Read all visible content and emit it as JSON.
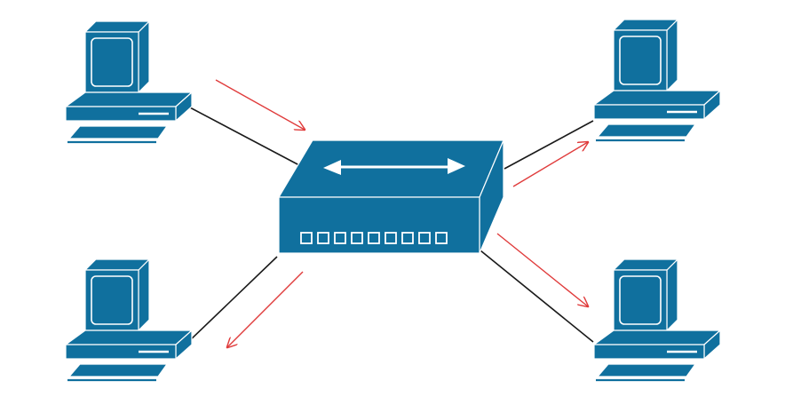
{
  "diagram": {
    "type": "network-hub-broadcast",
    "caption": "",
    "colors": {
      "device": "#10709e",
      "device_highlight": "#ffffff",
      "link": "#1a1a1a",
      "arrow": "#e03c3c",
      "background": "#ffffff"
    },
    "nodes": [
      {
        "id": "computer-top-left",
        "kind": "computer",
        "icon": "desktop-computer-icon"
      },
      {
        "id": "computer-bottom-left",
        "kind": "computer",
        "icon": "desktop-computer-icon"
      },
      {
        "id": "computer-top-right",
        "kind": "computer",
        "icon": "desktop-computer-icon"
      },
      {
        "id": "computer-bottom-right",
        "kind": "computer",
        "icon": "desktop-computer-icon"
      },
      {
        "id": "hub",
        "kind": "hub",
        "icon": "network-hub-icon",
        "port_count": 9
      }
    ],
    "edges": [
      {
        "from": "computer-top-left",
        "to": "hub"
      },
      {
        "from": "computer-bottom-left",
        "to": "hub"
      },
      {
        "from": "computer-top-right",
        "to": "hub"
      },
      {
        "from": "computer-bottom-right",
        "to": "hub"
      }
    ],
    "flows": [
      {
        "from": "computer-top-left",
        "to": "hub"
      },
      {
        "from": "hub",
        "to": "computer-bottom-left"
      },
      {
        "from": "hub",
        "to": "computer-top-right"
      },
      {
        "from": "hub",
        "to": "computer-bottom-right"
      }
    ]
  }
}
